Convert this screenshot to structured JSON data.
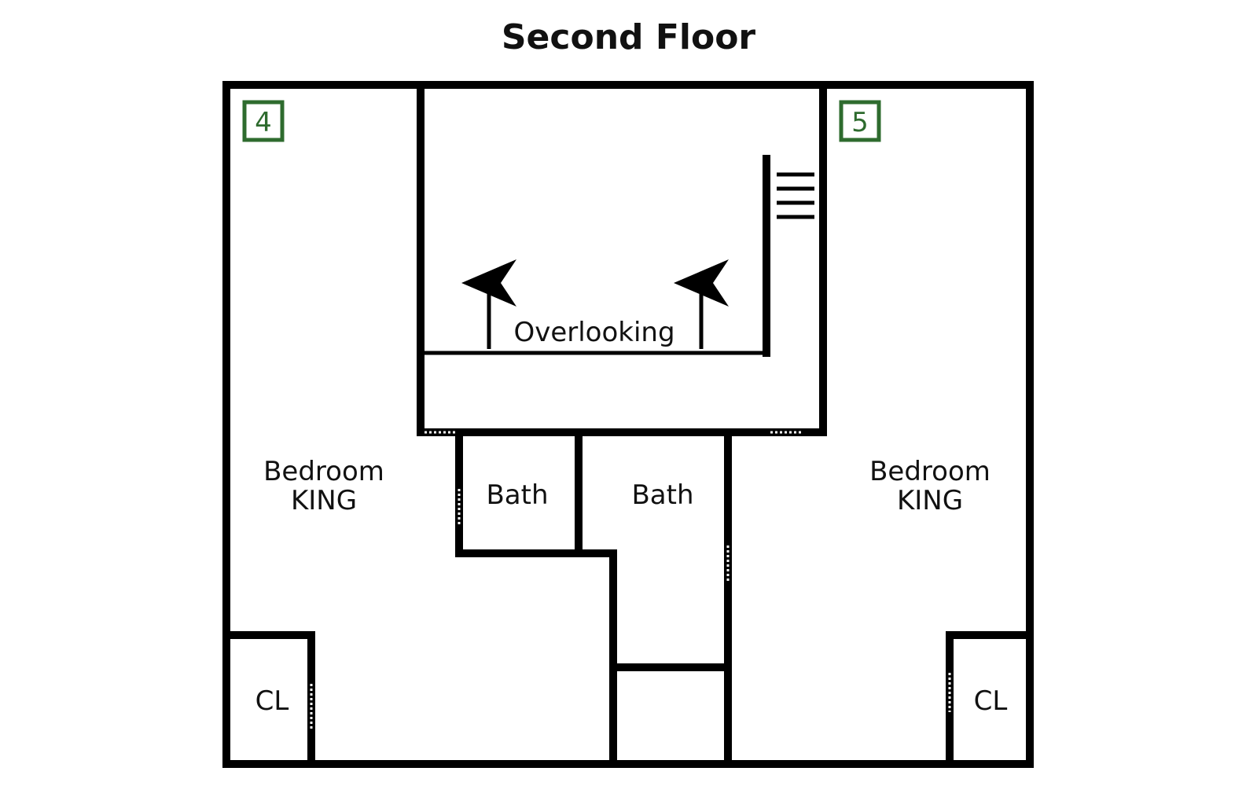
{
  "title": "Second Floor",
  "rooms": {
    "bedroom_left": {
      "name": "Bedroom",
      "bed": "KING",
      "number": "4"
    },
    "bedroom_right": {
      "name": "Bedroom",
      "bed": "KING",
      "number": "5"
    },
    "bath_left": "Bath",
    "bath_right": "Bath",
    "closet_left": "CL",
    "closet_right": "CL",
    "overlook": "Overlooking"
  },
  "colors": {
    "walls": "#000000",
    "room_number": "#2e6b2e",
    "background": "#ffffff"
  }
}
